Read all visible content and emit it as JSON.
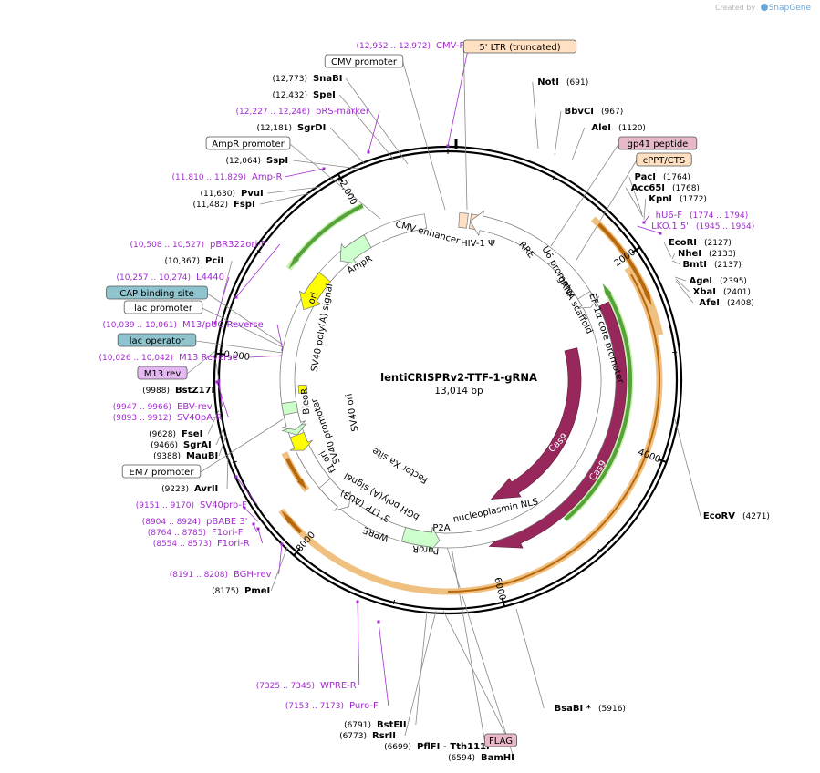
{
  "branding": {
    "prefix": "Created by",
    "name": "SnapGene"
  },
  "plasmid": {
    "name": "lentiCRISPRv2-TTF-1-gRNA",
    "size": "13,014 bp"
  },
  "colors": {
    "primer": "#a22bd0",
    "enzyme": "#000000",
    "ruler": "#000000",
    "cas9": "#98285c",
    "drug_marker": "#ccffcc",
    "ori": "#ffff00",
    "promoter": "#ffffff",
    "ltr": "#ffe0c2",
    "sequence_feature": "#e6b8c8",
    "cppt_highlight": "#f0c080",
    "orange_arrow": "#b8680c",
    "green_arrow": "#57a13a",
    "cap_site": "#8fc4ce"
  },
  "ruler_ticks": [
    "2000",
    "4000",
    "6000",
    "8000",
    "10,000",
    "12,000"
  ],
  "callouts": [
    {
      "text": "CMV-F",
      "range": "(12,952 .. 12,972)",
      "kind": "primer"
    },
    {
      "text": "5' LTR (truncated)",
      "kind": "box-ltr"
    },
    {
      "text": "CMV promoter",
      "kind": "box-promoter"
    },
    {
      "text": "SnaBI",
      "pos": "(12,773)",
      "kind": "enzyme"
    },
    {
      "text": "SpeI",
      "pos": "(12,432)",
      "kind": "enzyme"
    },
    {
      "text": "pRS-marker",
      "range": "(12,227 .. 12,246)",
      "kind": "primer"
    },
    {
      "text": "SgrDI",
      "pos": "(12,181)",
      "kind": "enzyme"
    },
    {
      "text": "AmpR promoter",
      "kind": "box-promoter"
    },
    {
      "text": "SspI",
      "pos": "(12,064)",
      "kind": "enzyme"
    },
    {
      "text": "Amp-R",
      "range": "(11,810 .. 11,829)",
      "kind": "primer"
    },
    {
      "text": "PvuI",
      "pos": "(11,630)",
      "kind": "enzyme"
    },
    {
      "text": "FspI",
      "pos": "(11,482)",
      "kind": "enzyme"
    },
    {
      "text": "pBR322ori-F",
      "range": "(10,508 .. 10,527)",
      "kind": "primer"
    },
    {
      "text": "PciI",
      "pos": "(10,367)",
      "kind": "enzyme"
    },
    {
      "text": "L4440",
      "range": "(10,257 .. 10,274)",
      "kind": "primer"
    },
    {
      "text": "CAP binding site",
      "kind": "box-cap"
    },
    {
      "text": "lac promoter",
      "kind": "box-promoter"
    },
    {
      "text": "M13/pUC Reverse",
      "range": "(10,039 .. 10,061)",
      "kind": "primer"
    },
    {
      "text": "lac operator",
      "kind": "box-cap"
    },
    {
      "text": "M13 Reverse",
      "range": "(10,026 .. 10,042)",
      "kind": "primer"
    },
    {
      "text": "M13 rev",
      "kind": "box-primer"
    },
    {
      "text": "BstZ17I",
      "pos": "(9988)",
      "kind": "enzyme"
    },
    {
      "text": "EBV-rev",
      "range": "(9947 .. 9966)",
      "kind": "primer"
    },
    {
      "text": "SV40pA-R",
      "range": "(9893 .. 9912)",
      "kind": "primer"
    },
    {
      "text": "FseI",
      "pos": "(9628)",
      "kind": "enzyme"
    },
    {
      "text": "SgrAI",
      "pos": "(9466)",
      "kind": "enzyme"
    },
    {
      "text": "MauBI",
      "pos": "(9388)",
      "kind": "enzyme"
    },
    {
      "text": "EM7 promoter",
      "kind": "box-promoter"
    },
    {
      "text": "AvrII",
      "pos": "(9223)",
      "kind": "enzyme"
    },
    {
      "text": "SV40pro-F",
      "range": "(9151 .. 9170)",
      "kind": "primer"
    },
    {
      "text": "pBABE 3'",
      "range": "(8904 .. 8924)",
      "kind": "primer"
    },
    {
      "text": "F1ori-F",
      "range": "(8764 .. 8785)",
      "kind": "primer"
    },
    {
      "text": "F1ori-R",
      "range": "(8554 .. 8573)",
      "kind": "primer"
    },
    {
      "text": "BGH-rev",
      "range": "(8191 .. 8208)",
      "kind": "primer"
    },
    {
      "text": "PmeI",
      "pos": "(8175)",
      "kind": "enzyme"
    },
    {
      "text": "WPRE-R",
      "range": "(7325 .. 7345)",
      "kind": "primer"
    },
    {
      "text": "Puro-F",
      "range": "(7153 .. 7173)",
      "kind": "primer"
    },
    {
      "text": "BstEII",
      "pos": "(6791)",
      "kind": "enzyme"
    },
    {
      "text": "RsrII",
      "pos": "(6773)",
      "kind": "enzyme"
    },
    {
      "text": "PflFI - Tth111I",
      "pos": "(6699)",
      "kind": "enzyme"
    },
    {
      "text": "BamHI",
      "pos": "(6594)",
      "kind": "enzyme"
    },
    {
      "text": "FLAG",
      "kind": "box-feature"
    },
    {
      "text": "BsaBI *",
      "pos": "(5916)",
      "kind": "enzyme"
    },
    {
      "text": "EcoRV",
      "pos": "(4271)",
      "kind": "enzyme"
    },
    {
      "text": "NotI",
      "pos": "(691)",
      "kind": "enzyme"
    },
    {
      "text": "BbvCI",
      "pos": "(967)",
      "kind": "enzyme"
    },
    {
      "text": "AleI",
      "pos": "(1120)",
      "kind": "enzyme"
    },
    {
      "text": "gp41 peptide",
      "kind": "box-feature"
    },
    {
      "text": "cPPT/CTS",
      "kind": "box-ltr"
    },
    {
      "text": "PacI",
      "pos": "(1764)",
      "kind": "enzyme"
    },
    {
      "text": "Acc65I",
      "pos": "(1768)",
      "kind": "enzyme"
    },
    {
      "text": "KpnI",
      "pos": "(1772)",
      "kind": "enzyme"
    },
    {
      "text": "hU6-F",
      "range": "(1774 .. 1794)",
      "kind": "primer"
    },
    {
      "text": "LKO.1 5'",
      "range": "(1945 .. 1964)",
      "kind": "primer"
    },
    {
      "text": "EcoRI",
      "pos": "(2127)",
      "kind": "enzyme"
    },
    {
      "text": "NheI",
      "pos": "(2133)",
      "kind": "enzyme"
    },
    {
      "text": "BmtI",
      "pos": "(2137)",
      "kind": "enzyme"
    },
    {
      "text": "AgeI",
      "pos": "(2395)",
      "kind": "enzyme"
    },
    {
      "text": "XbaI",
      "pos": "(2401)",
      "kind": "enzyme"
    },
    {
      "text": "AfeI",
      "pos": "(2408)",
      "kind": "enzyme"
    }
  ],
  "feature_labels": [
    "CMV enhancer",
    "HIV-1 Ψ",
    "RRE",
    "U6 promoter",
    "gRNA scaffold",
    "EF-1α core promoter",
    "AmpR",
    "ori",
    "SV40 poly(A) signal",
    "BleoR",
    "SV40 promoter",
    "f1 ori",
    "SV40 ori",
    "Factor Xa site",
    "bGH poly(A) signal",
    "3' LTR (ΔU3)",
    "WPRE",
    "PuroR",
    "P2A",
    "nucleoplasmin NLS",
    "Cas9",
    "Cas9"
  ]
}
